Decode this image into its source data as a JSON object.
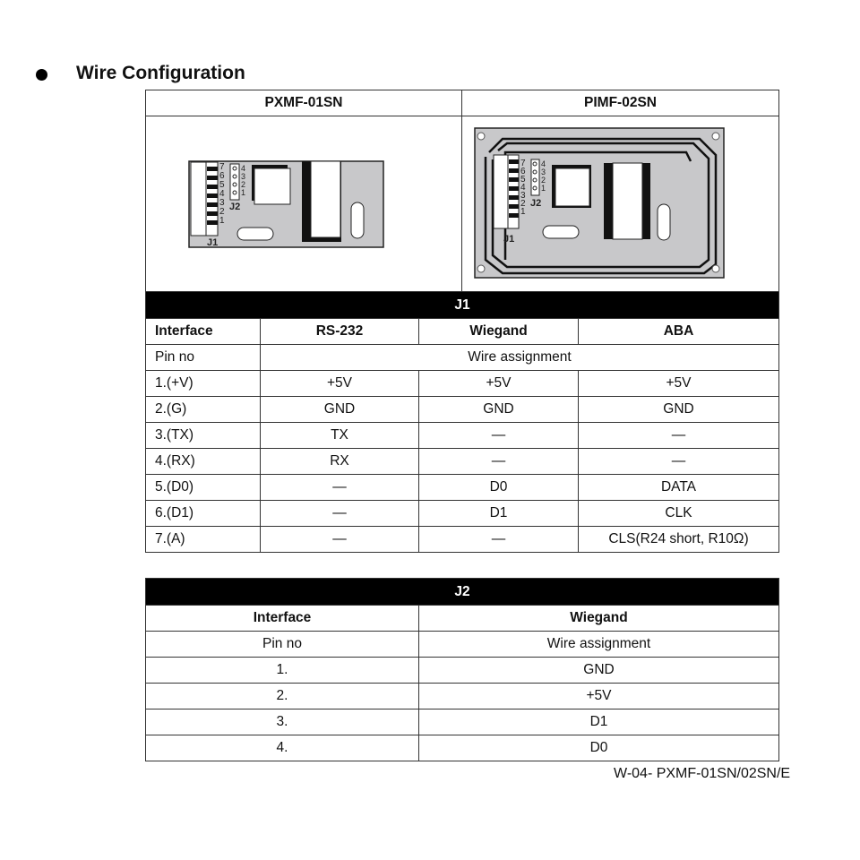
{
  "heading": "Wire Configuration",
  "models": [
    "PXMF-01SN",
    "PIMF-02SN"
  ],
  "pcb_labels": {
    "j1": "J1",
    "j2": "J2",
    "j1_pins": [
      "7",
      "6",
      "5",
      "4",
      "3",
      "2",
      "1"
    ],
    "j2_pins": [
      "4",
      "3",
      "2",
      "1"
    ]
  },
  "j1": {
    "title": "J1",
    "headers": [
      "Interface",
      "RS-232",
      "Wiegand",
      "ABA"
    ],
    "pin_label": "Pin no",
    "wire_label": "Wire assignment",
    "rows": [
      [
        "1.(+V)",
        "+5V",
        "+5V",
        "+5V"
      ],
      [
        "2.(G)",
        "GND",
        "GND",
        "GND"
      ],
      [
        "3.(TX)",
        "TX",
        "—",
        "—"
      ],
      [
        "4.(RX)",
        "RX",
        "—",
        "—"
      ],
      [
        "5.(D0)",
        "—",
        "D0",
        "DATA"
      ],
      [
        "6.(D1)",
        "—",
        "D1",
        "CLK"
      ],
      [
        "7.(A)",
        "—",
        "—",
        "CLS(R24 short, R10Ω)"
      ]
    ]
  },
  "j2": {
    "title": "J2",
    "headers": [
      "Interface",
      "Wiegand"
    ],
    "pin_label": "Pin no",
    "wire_label": "Wire assignment",
    "rows": [
      [
        "1.",
        "GND"
      ],
      [
        "2.",
        "+5V"
      ],
      [
        "3.",
        "D1"
      ],
      [
        "4.",
        "D0"
      ]
    ]
  },
  "footer": "W-04- PXMF-01SN/02SN/E"
}
